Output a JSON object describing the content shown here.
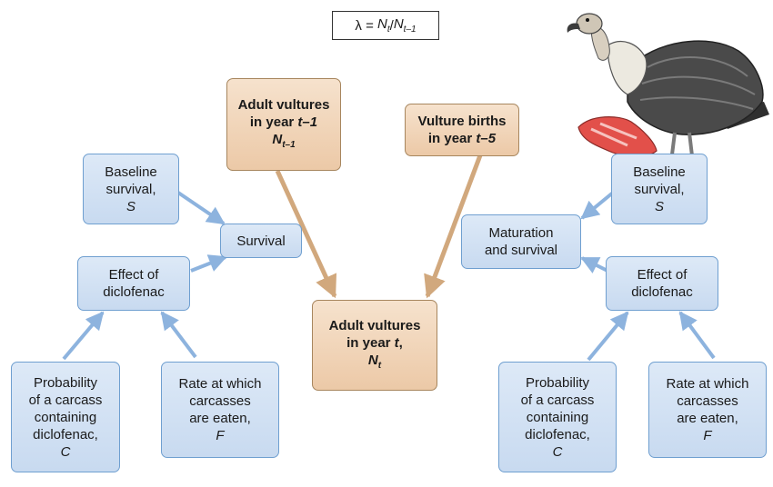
{
  "equation": {
    "lambda": "λ",
    "equals": "=",
    "n": "N",
    "t": "t",
    "slash": "/",
    "t1": "t–1"
  },
  "center": {
    "adult_prev": {
      "line1": "Adult vultures",
      "line2_pre": "in year ",
      "line2_var": "t–1",
      "n": "N",
      "n_sub": "t–1"
    },
    "births": {
      "line1": "Vulture births",
      "line2_pre": "in year ",
      "line2_var": "t–5"
    },
    "adult_now": {
      "line1": "Adult vultures",
      "line2_pre": "in year ",
      "line2_var": "t",
      "line2_post": ",",
      "n": "N",
      "n_sub": "t"
    }
  },
  "left": {
    "baseline": {
      "line1": "Baseline",
      "line2": "survival,",
      "var": "S"
    },
    "survival": {
      "label": "Survival"
    },
    "effect": {
      "line1": "Effect of",
      "line2": "diclofenac"
    },
    "probability": {
      "line1": "Probability",
      "line2": "of a carcass",
      "line3": "containing",
      "line4": "diclofenac,",
      "var": "C"
    },
    "rate": {
      "line1": "Rate at which",
      "line2": "carcasses",
      "line3": "are eaten,",
      "var": "F"
    }
  },
  "right": {
    "baseline": {
      "line1": "Baseline",
      "line2": "survival,",
      "var": "S"
    },
    "maturation": {
      "line1": "Maturation",
      "line2": "and survival"
    },
    "effect": {
      "line1": "Effect of",
      "line2": "diclofenac"
    },
    "probability": {
      "line1": "Probability",
      "line2": "of a carcass",
      "line3": "containing",
      "line4": "diclofenac,",
      "var": "C"
    },
    "rate": {
      "line1": "Rate at which",
      "line2": "carcasses",
      "line3": "are eaten,",
      "var": "F"
    }
  },
  "colors": {
    "blue_fill": "#cfe0f3",
    "blue_border": "#6f9fd0",
    "tan_fill": "#f0d3b5",
    "tan_border": "#a7865e",
    "blue_arrow": "#8db3de",
    "tan_arrow": "#d1a87d"
  }
}
